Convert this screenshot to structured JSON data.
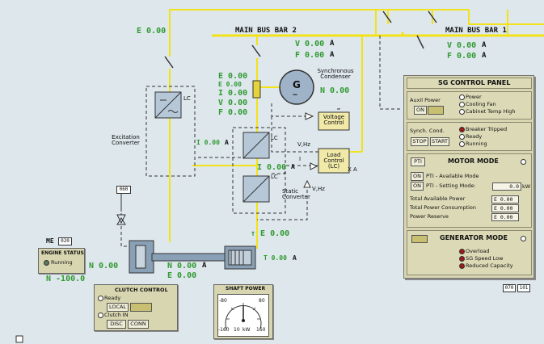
{
  "labels": {
    "main_bus_2": "MAIN BUS BAR 2",
    "main_bus_1": "MAIN BUS BAR 1",
    "e_top": "E 0.00",
    "bus2_v": "V 0.00",
    "bus2_v_unit": "A",
    "bus2_f": "F 0.00",
    "bus2_f_unit": "A",
    "bus1_v": "V 0.00",
    "bus1_v_unit": "A",
    "bus1_f": "F 0.00",
    "bus1_f_unit": "A",
    "meas_e": "E 0.00",
    "meas_e2": "E 0.00",
    "meas_i": "I 0.00",
    "meas_v": "V 0.00",
    "meas_f": "F 0.00",
    "sync_title": "Synchronous Condenser",
    "sync_g": "G",
    "sync_n": "N 0.00",
    "voltage_control": "Voltage Control",
    "load_control": "Load Control (LC)",
    "excitation_converter": "Excitation Converter",
    "static_converter": "Static Converter",
    "lc1": "LC",
    "lc2": "LC",
    "lc3": "LC",
    "i_exc": "I 0.00",
    "i_exc_unit": "A",
    "i_conv": "I 0.00",
    "i_conv_unit": "A",
    "vhz1": "V,Hz",
    "vhz2": "V,Hz",
    "i_small": "I",
    "x_a": "X A",
    "t_e": "↑ E 0.00",
    "t_motor": "T 0.00",
    "t_motor_unit": "A",
    "n_shaft": "N 0.00",
    "n_motor": "N 0.00",
    "n_motor_unit": "A",
    "e_motor": "E 0.00",
    "tag_060": "060",
    "tag_070": "070",
    "tag_101": "101",
    "me_label": "ME",
    "me_tag": "020",
    "n_bottom": "N -100.0"
  },
  "engine_status": {
    "title": "ENGINE STATUS",
    "status": "Running"
  },
  "clutch_control": {
    "title": "CLUTCH CONTROL",
    "ready": "Ready",
    "local": "LOCAL",
    "clutch_in": "Clutch IN",
    "disc": "DISC",
    "conn": "CONN"
  },
  "shaft_power": {
    "title": "SHAFT POWER",
    "scale_left": "-80",
    "scale_right": "80",
    "scale_min": "-160",
    "scale_mid": "10",
    "scale_unit": "kW",
    "scale_max": "160",
    "needle_value": 0
  },
  "sg_panel": {
    "title": "SG CONTROL PANEL",
    "auxil_power": "Auxil Power",
    "on": "ON",
    "power": "Power",
    "cooling_fan": "Cooling Fan",
    "cabinet_temp": "Cabinet Temp High",
    "synch_cond": "Synch. Cond.",
    "stop": "STOP",
    "start": "START",
    "breaker_tripped": "Breaker Tripped",
    "ready": "Ready",
    "running": "Running",
    "pti": "PTI",
    "motor_mode": "MOTOR MODE",
    "on_pti": "ON",
    "pti_available": "PTI - Available Mode",
    "on_setting": "ON",
    "pti_setting": "PTI - Setting Mode:",
    "setting_value": "0.0",
    "setting_unit": "kW",
    "total_avail": "Total Available Power",
    "total_avail_val": "E 0.00",
    "total_cons": "Total Power Consumption",
    "total_cons_val": "E 0.00",
    "reserve": "Power Reserve",
    "reserve_val": "E 0.00",
    "generator_mode": "GENERATOR MODE",
    "overload": "Overload",
    "sg_speed_low": "SG Speed Low",
    "reduced_capacity": "Reduced Capacity"
  },
  "colors": {
    "bus": "#f2e21a",
    "readout": "#2f9a2f",
    "indicator_red": "#a01818",
    "background": "#dde7ec"
  }
}
